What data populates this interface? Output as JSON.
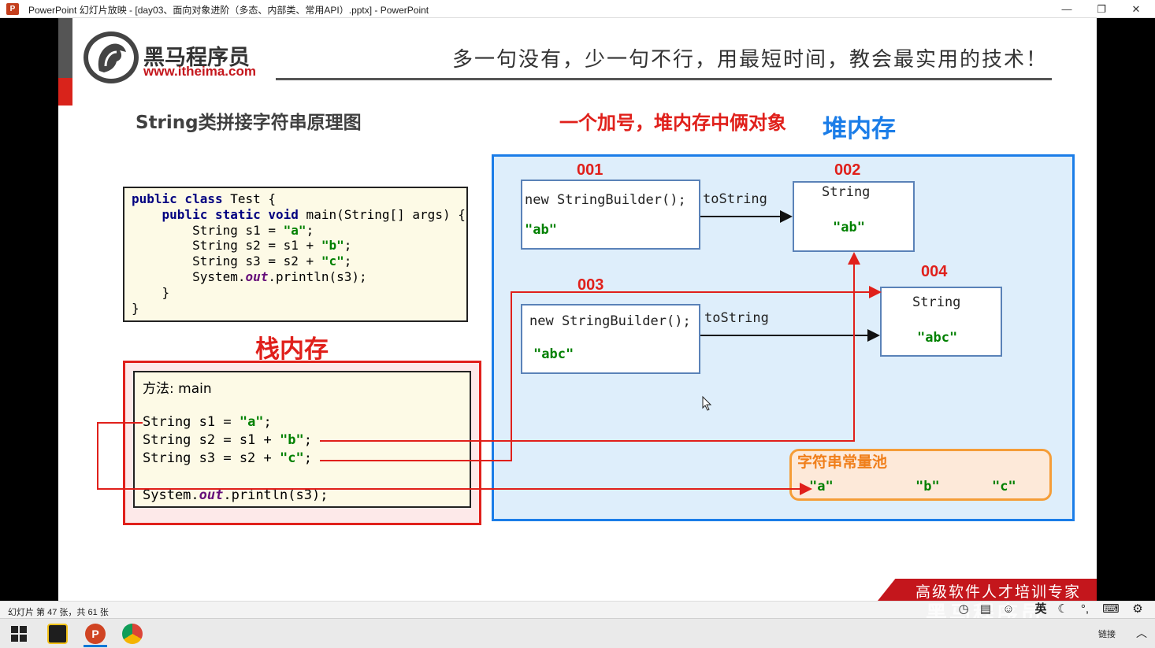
{
  "window": {
    "app_icon_letter": "P",
    "title": "PowerPoint 幻灯片放映 - [day03、面向对象进阶（多态、内部类、常用API）.pptx] - PowerPoint",
    "minimize": "—",
    "restore": "❐",
    "close": "✕"
  },
  "slide": {
    "logo_text": "黑马程序员",
    "logo_url": "www.itheima.com",
    "slogan": "多一句没有，少一句不行，用最短时间，教会最实用的技术！",
    "heading_left": "String类拼接字符串原理图",
    "heading_center": "一个加号，堆内存中俩对象",
    "heading_heap": "堆内存",
    "heading_stack": "栈内存",
    "code_box_lines": [
      "public class Test {",
      "    public static void main(String[] args) {",
      "        String s1 = \"a\";",
      "        String s2 = s1 + \"b\";",
      "        String s3 = s2 + \"c\";",
      "        System.out.println(s3);",
      "    }",
      "}"
    ],
    "stack": {
      "method": "方法: main",
      "line1": "String s1 = \"a\";",
      "line2": "String s2 = s1 + \"b\";",
      "line3": "String s3 = s2 + \"c\";",
      "line4": "System.out.println(s3);"
    },
    "heap_objects": [
      {
        "addr": "001",
        "line1": "new StringBuilder();",
        "value": "\"ab\""
      },
      {
        "addr": "002",
        "line1": "String",
        "value": "\"ab\""
      },
      {
        "addr": "003",
        "line1": "new StringBuilder();",
        "value": "\"abc\""
      },
      {
        "addr": "004",
        "line1": "String",
        "value": "\"abc\""
      }
    ],
    "tostring_label": "toString",
    "pool": {
      "title": "字符串常量池",
      "values": [
        "\"a\"",
        "\"b\"",
        "\"c\""
      ]
    },
    "footer_banner": "高级软件人才培训专家"
  },
  "statusbar": {
    "slide_info": "幻灯片 第 47 张，共 61 张",
    "watermark": "黑马程序员",
    "ime_lang": "英"
  },
  "taskbar": {
    "link_label": "链接"
  },
  "colors": {
    "accent_red": "#e0201b",
    "heap_blue": "#1b7de8",
    "pool_orange": "#f59d38",
    "string_green": "#008000"
  }
}
